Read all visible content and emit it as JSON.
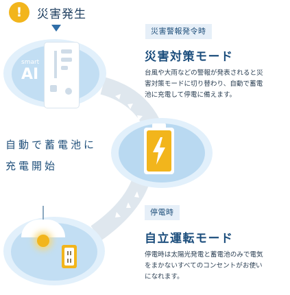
{
  "header": {
    "alert_glyph": "!",
    "alert_label": "災害発生"
  },
  "device": {
    "small_label": "smart",
    "big_label": "AI"
  },
  "side_caption": {
    "line1": "自動で蓄電池に",
    "line2": "充電開始"
  },
  "mode1": {
    "tag": "災害警報発令時",
    "title": "災害対策モード",
    "desc_lines": [
      "台風や大雨などの警報が発表されると災",
      "害対策モードに切り替わり、自動で蓄電",
      "池に充電して停電に備えます。"
    ]
  },
  "mode2": {
    "tag": "停電時",
    "title": "自立運転モード",
    "desc_lines": [
      "停電時は太陽光発電と蓄電池のみで電気",
      "をまかないすべてのコンセントがお使い",
      "になれます。"
    ]
  },
  "colors": {
    "accent_yellow": "#f2b51c",
    "blob": "#e2f0fb",
    "inner_blue": "#b9d9f1",
    "title_blue": "#1b4d7c"
  }
}
